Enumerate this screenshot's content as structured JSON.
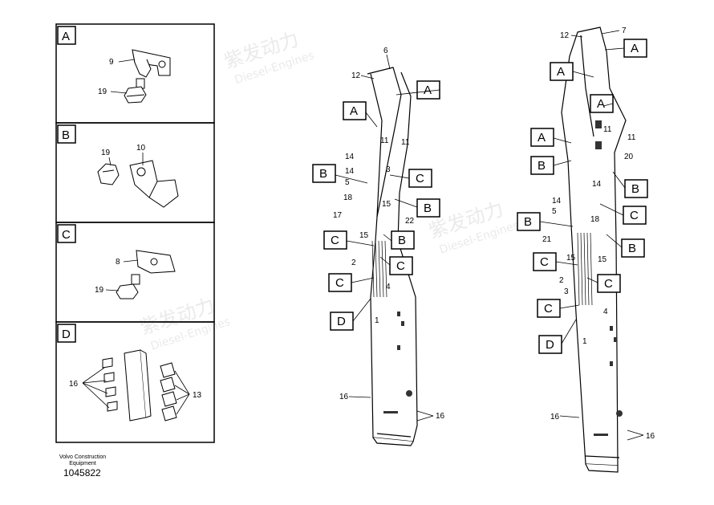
{
  "watermark": {
    "brand": "紫发动力",
    "sub": "Diesel-Engines"
  },
  "panels": [
    {
      "letter": "A",
      "parts": [
        "9",
        "19"
      ]
    },
    {
      "letter": "B",
      "parts": [
        "19",
        "10"
      ]
    },
    {
      "letter": "C",
      "parts": [
        "8",
        "19"
      ]
    },
    {
      "letter": "D",
      "parts": [
        "16",
        "13"
      ]
    }
  ],
  "footer": {
    "brand": "Volvo Construction Equipment",
    "part_number": "1045822"
  },
  "boom_left": {
    "boxes": [
      "A",
      "A",
      "B",
      "C",
      "B",
      "C",
      "B",
      "C",
      "C",
      "D"
    ],
    "numbers": [
      "6",
      "12",
      "11",
      "11",
      "14",
      "14",
      "3",
      "5",
      "18",
      "15",
      "22",
      "17",
      "15",
      "2",
      "4",
      "1",
      "16",
      "16"
    ]
  },
  "boom_right": {
    "boxes": [
      "A",
      "A",
      "A",
      "A",
      "B",
      "B",
      "C",
      "B",
      "B",
      "C",
      "C",
      "C",
      "D"
    ],
    "numbers": [
      "12",
      "7",
      "11",
      "11",
      "20",
      "14",
      "14",
      "5",
      "18",
      "21",
      "15",
      "15",
      "2",
      "3",
      "4",
      "1",
      "16",
      "16"
    ]
  }
}
